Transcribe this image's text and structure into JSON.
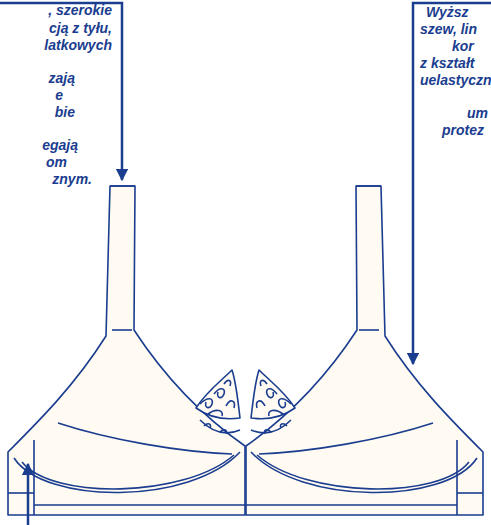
{
  "diagram": {
    "labels": [
      ", szerokie",
      "cją z tyłu,",
      "latkowych",
      "zają",
      "e",
      "bie",
      "egają",
      "om",
      "znym.",
      "Wyższ",
      "szew, lin",
      "kor",
      "z kształt",
      "uelastyczn",
      "um",
      "protez"
    ]
  }
}
